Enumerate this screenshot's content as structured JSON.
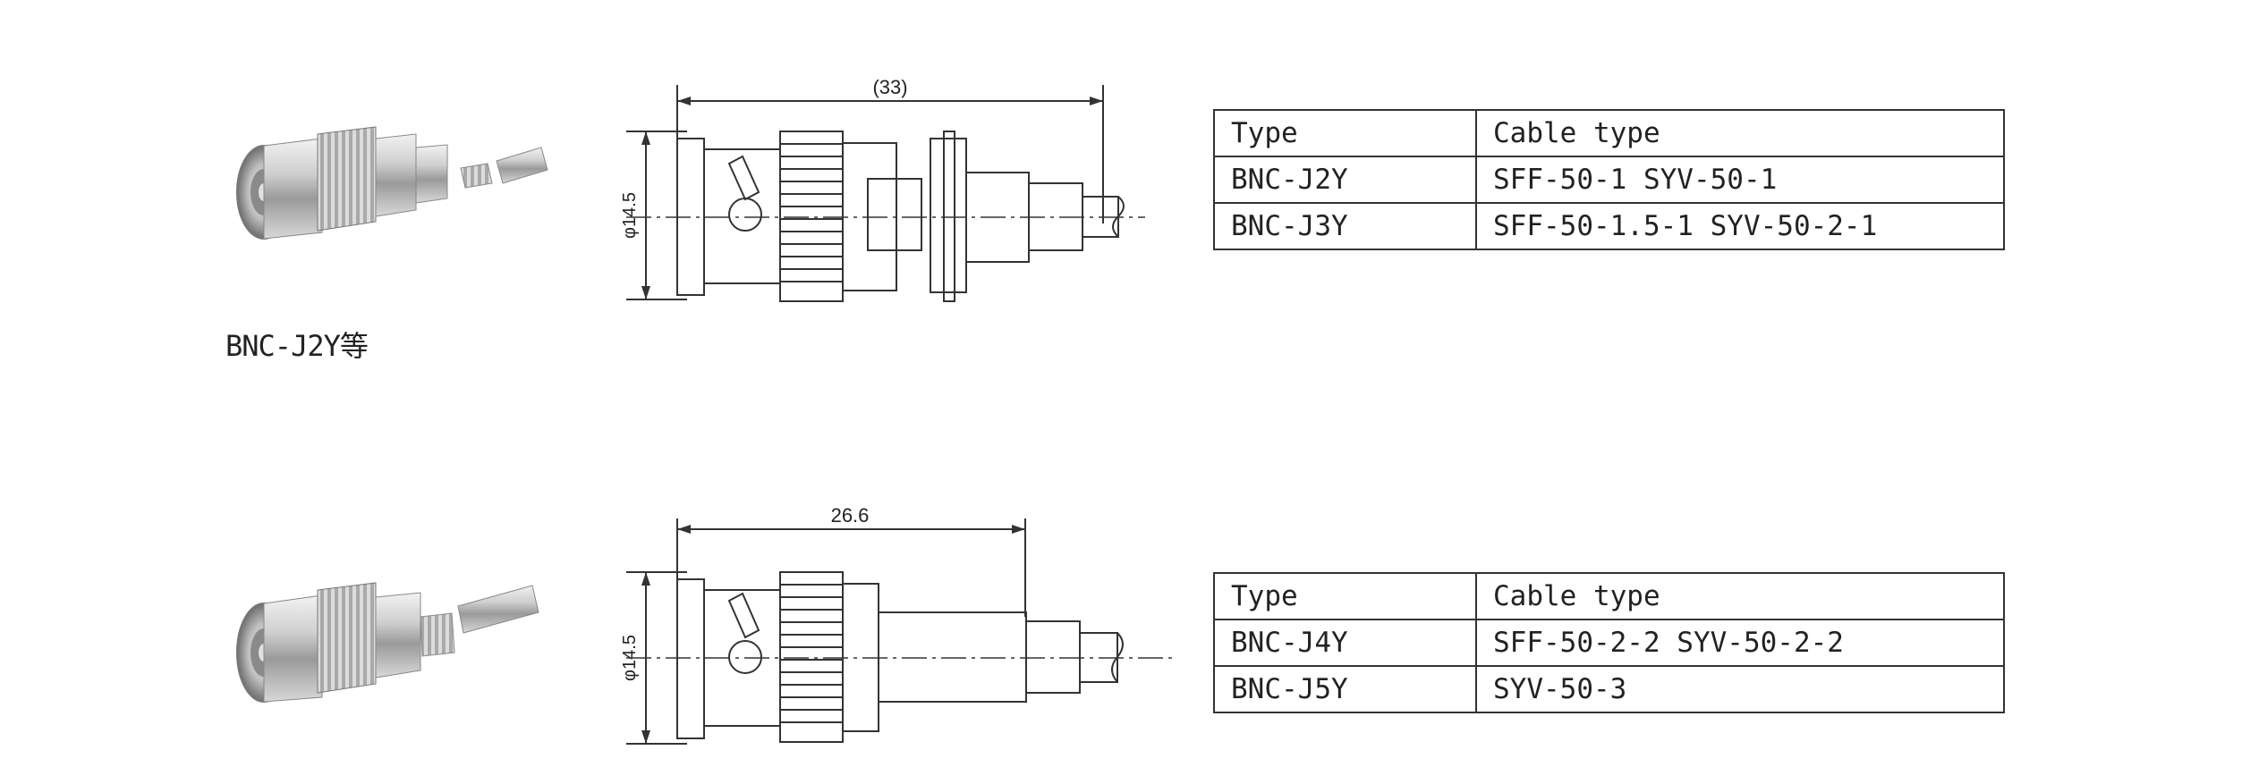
{
  "sections": [
    {
      "caption": "BNC-J2Y等",
      "drawing": {
        "length_label": "(33)",
        "diameter_label": "φ14.5"
      },
      "table": {
        "headers": [
          "Type",
          "Cable type"
        ],
        "rows": [
          [
            "BNC-J2Y",
            "SFF-50-1 SYV-50-1"
          ],
          [
            "BNC-J3Y",
            "SFF-50-1.5-1 SYV-50-2-1"
          ]
        ]
      }
    },
    {
      "drawing": {
        "length_label": "26.6",
        "diameter_label": "φ14.5"
      },
      "table": {
        "headers": [
          "Type",
          "Cable type"
        ],
        "rows": [
          [
            "BNC-J4Y",
            "SFF-50-2-2 SYV-50-2-2"
          ],
          [
            "BNC-J5Y",
            "SYV-50-3"
          ]
        ]
      }
    }
  ],
  "colors": {
    "line": "#333333",
    "metal_light": "#e6e6e6",
    "metal_dark": "#8a8a8a"
  }
}
